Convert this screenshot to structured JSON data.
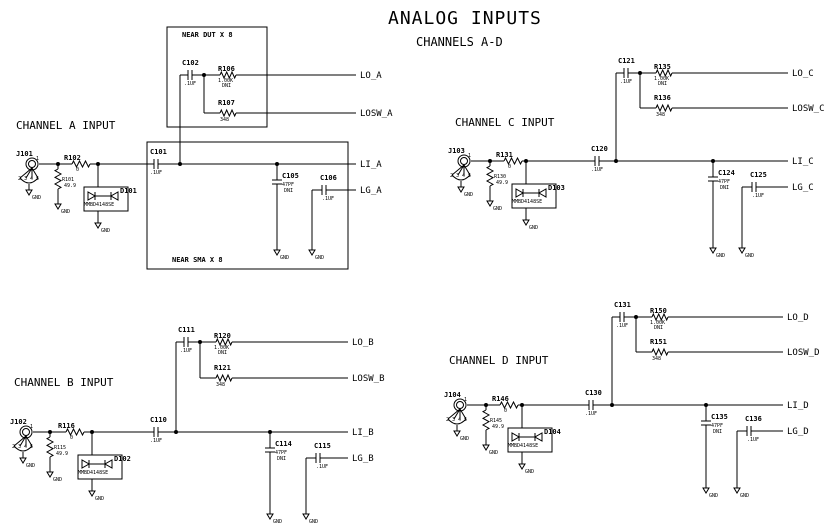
{
  "title": "ANALOG INPUTS",
  "subtitle": "CHANNELS A-D",
  "boxes": {
    "near_dut": "NEAR DUT X 8",
    "near_sma": "NEAR SMA X 8"
  },
  "gnd": "GND",
  "channels": {
    "a": {
      "label": "CHANNEL A INPUT",
      "jack": "J101",
      "pins": "2 3 4 5",
      "pin1": "1",
      "r_series": "R102",
      "r_series_val": "0",
      "r_shunt": "R101",
      "r_shunt_val": "49.9",
      "diode": "D101",
      "diode_part": "MMBD4148SE",
      "c_series": "C101",
      "c_series_val": ".1UF",
      "c_lo": "C102",
      "c_lo_val": ".1UF",
      "r_lo": "R106",
      "r_lo_val": "1.00K",
      "r_lo_dni": "DNI",
      "r_losw": "R107",
      "r_losw_val": "348",
      "c_shunt": "C105",
      "c_shunt_val": "47PF",
      "c_shunt_dni": "DNI",
      "c_lg": "C106",
      "c_lg_val": ".1UF",
      "net_lo": "LO_A",
      "net_losw": "LOSW_A",
      "net_li": "LI_A",
      "net_lg": "LG_A"
    },
    "b": {
      "label": "CHANNEL B INPUT",
      "jack": "J102",
      "pins": "2 3 4 5",
      "pin1": "1",
      "r_series": "R116",
      "r_series_val": "0",
      "r_shunt": "R115",
      "r_shunt_val": "49.9",
      "diode": "D102",
      "diode_part": "MMBD4148SE",
      "c_series": "C110",
      "c_series_val": ".1UF",
      "c_lo": "C111",
      "c_lo_val": ".1UF",
      "r_lo": "R120",
      "r_lo_val": "1.00K",
      "r_lo_dni": "DNI",
      "r_losw": "R121",
      "r_losw_val": "348",
      "c_shunt": "C114",
      "c_shunt_val": "47PF",
      "c_shunt_dni": "DNI",
      "c_lg": "C115",
      "c_lg_val": ".1UF",
      "net_lo": "LO_B",
      "net_losw": "LOSW_B",
      "net_li": "LI_B",
      "net_lg": "LG_B"
    },
    "c": {
      "label": "CHANNEL C INPUT",
      "jack": "J103",
      "pins": "2 3 4 5",
      "pin1": "1",
      "r_series": "R131",
      "r_series_val": "0",
      "r_shunt": "R130",
      "r_shunt_val": "49.9",
      "diode": "D103",
      "diode_part": "MMBD4148SE",
      "c_series": "C120",
      "c_series_val": ".1UF",
      "c_lo": "C121",
      "c_lo_val": ".1UF",
      "r_lo": "R135",
      "r_lo_val": "1.00K",
      "r_lo_dni": "DNI",
      "r_losw": "R136",
      "r_losw_val": "348",
      "c_shunt": "C124",
      "c_shunt_val": "47PF",
      "c_shunt_dni": "DNI",
      "c_lg": "C125",
      "c_lg_val": ".1UF",
      "net_lo": "LO_C",
      "net_losw": "LOSW_C",
      "net_li": "LI_C",
      "net_lg": "LG_C"
    },
    "d": {
      "label": "CHANNEL D INPUT",
      "jack": "J104",
      "pins": "2 3 4 5",
      "pin1": "1",
      "r_series": "R146",
      "r_series_val": "0",
      "r_shunt": "R145",
      "r_shunt_val": "49.9",
      "diode": "D104",
      "diode_part": "MMBD4148SE",
      "c_series": "C130",
      "c_series_val": ".1UF",
      "c_lo": "C131",
      "c_lo_val": ".1UF",
      "r_lo": "R150",
      "r_lo_val": "1.00K",
      "r_lo_dni": "DNI",
      "r_losw": "R151",
      "r_losw_val": "348",
      "c_shunt": "C135",
      "c_shunt_val": "47PF",
      "c_shunt_dni": "DNI",
      "c_lg": "C136",
      "c_lg_val": ".1UF",
      "net_lo": "LO_D",
      "net_losw": "LOSW_D",
      "net_li": "LI_D",
      "net_lg": "LG_D"
    }
  }
}
